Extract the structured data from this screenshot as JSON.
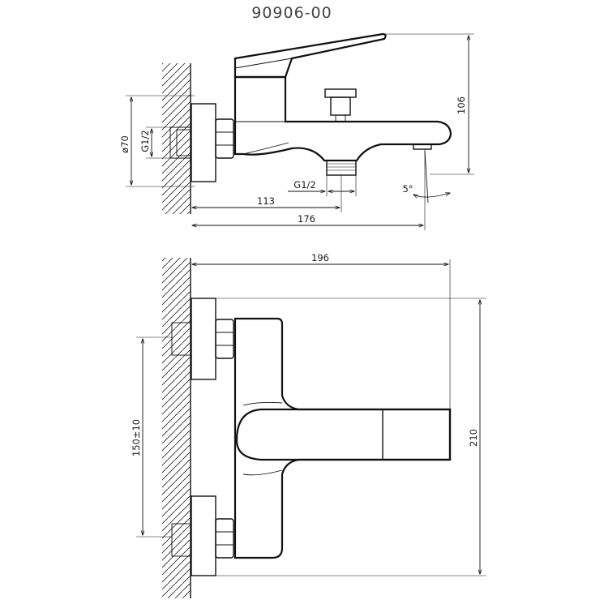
{
  "drawing": {
    "model_number": "90906-00",
    "side_view": {
      "flange_diameter": "ø70",
      "inlet_thread": "G1/2",
      "outlet_thread": "G1/2",
      "height": "106",
      "spout_offset": "113",
      "total_depth": "176",
      "spout_angle": "5°"
    },
    "top_view": {
      "total_width": "196",
      "total_height": "210",
      "inlet_spacing": "150±10"
    }
  }
}
